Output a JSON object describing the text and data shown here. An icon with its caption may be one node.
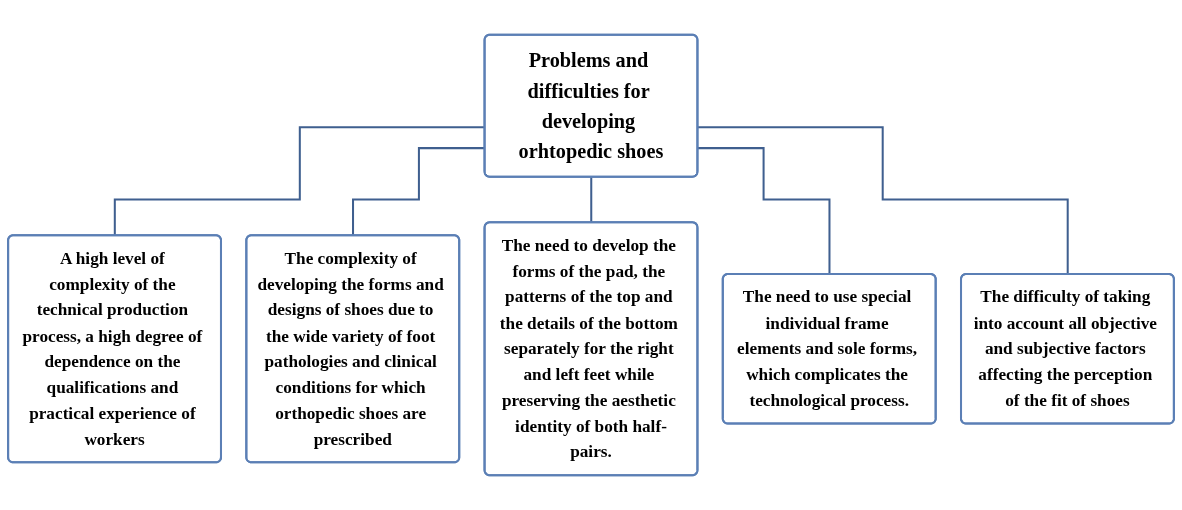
{
  "diagram": {
    "nodes": [
      {
        "text": [
          "Problems and difficulties for developing orhtopedic shoes"
        ]
      },
      {
        "text": [
          "A high level of complexity of the technical production process, a high degree of dependence on the qualifications and practical experience of workers"
        ]
      },
      {
        "text": [
          "The complexity of developing the forms and designs of shoes due to the wide variety of foot pathologies and clinical conditions for which orthopedic shoes are prescribed"
        ]
      },
      {
        "text": [
          "The need to develop the forms of the pad, the patterns of the top and the details of the bottom separately for the right and left feet while preserving the aesthetic identity of both half-pairs."
        ]
      },
      {
        "text": [
          "The need to use special individual frame elements and sole forms, which complicates the technological process."
        ]
      },
      {
        "text": [
          "The difficulty of taking into account all objective and subjective factors affecting the perception of the fit of shoes"
        ]
      }
    ],
    "edges": [
      {
        "from": 0,
        "to": 1,
        "arrow": "none"
      },
      {
        "from": 0,
        "to": 2,
        "arrow": "none"
      },
      {
        "from": 0,
        "to": 3,
        "arrow": "none"
      },
      {
        "from": 0,
        "to": 4,
        "arrow": "none"
      },
      {
        "from": 0,
        "to": 5,
        "arrow": "none"
      }
    ]
  }
}
